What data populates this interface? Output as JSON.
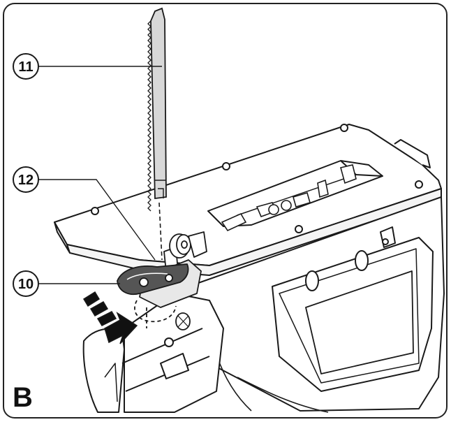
{
  "figure": {
    "panel_label": "B",
    "callouts": [
      {
        "number": "11",
        "part": "saw-blade"
      },
      {
        "number": "12",
        "part": "blade-clamp-lever"
      },
      {
        "number": "10",
        "part": "blade-release-lever"
      }
    ]
  },
  "colors": {
    "line": "#1a1a1a",
    "fill": "#ffffff",
    "lever_fill": "#555555",
    "blade_fill": "#d8d8d8",
    "frame": "#222222"
  },
  "icons": {
    "push-arrow": "push-direction-arrow-icon"
  }
}
